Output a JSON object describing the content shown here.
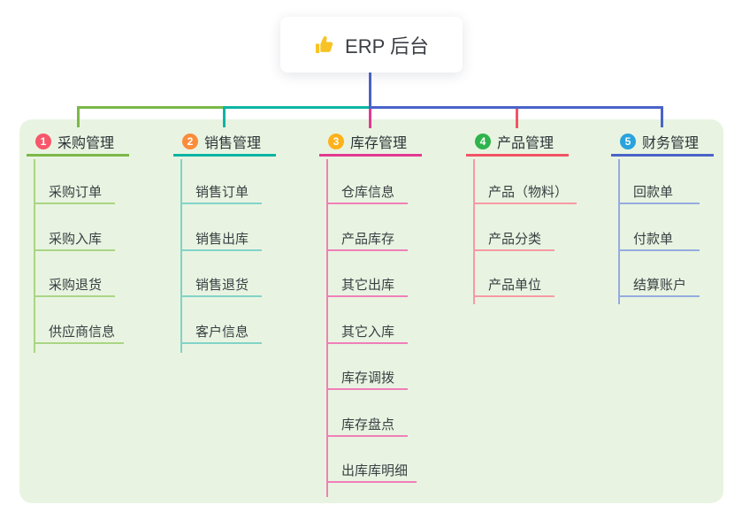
{
  "root": {
    "label": "ERP 后台",
    "icon": "thumbs-up-icon",
    "icon_color": "#f7c325"
  },
  "canvas": {
    "panel_bg": "#e8f4e1",
    "background": "#ffffff"
  },
  "branches": [
    {
      "num": "1",
      "label": "采购管理",
      "badge_color": "#f8566b",
      "line_color": "#7cb848",
      "child_line_color": "#aad584",
      "children": [
        "采购订单",
        "采购入库",
        "采购退货",
        "供应商信息"
      ]
    },
    {
      "num": "2",
      "label": "销售管理",
      "badge_color": "#fb8c3c",
      "line_color": "#0cb5a3",
      "child_line_color": "#82d3c7",
      "children": [
        "销售订单",
        "销售出库",
        "销售退货",
        "客户信息"
      ]
    },
    {
      "num": "3",
      "label": "库存管理",
      "badge_color": "#ffb11c",
      "line_color": "#e23a90",
      "child_line_color": "#f07fb8",
      "children": [
        "仓库信息",
        "产品库存",
        "其它出库",
        "其它入库",
        "库存调拨",
        "库存盘点",
        "出库库明细"
      ]
    },
    {
      "num": "4",
      "label": "产品管理",
      "badge_color": "#2eb44d",
      "line_color": "#f25465",
      "child_line_color": "#f79aa3",
      "children": [
        "产品（物料）",
        "产品分类",
        "产品单位"
      ]
    },
    {
      "num": "5",
      "label": "财务管理",
      "badge_color": "#2aa3dd",
      "line_color": "#4a63c8",
      "child_line_color": "#95abdf",
      "children": [
        "回款单",
        "付款单",
        "结算账户"
      ]
    }
  ]
}
